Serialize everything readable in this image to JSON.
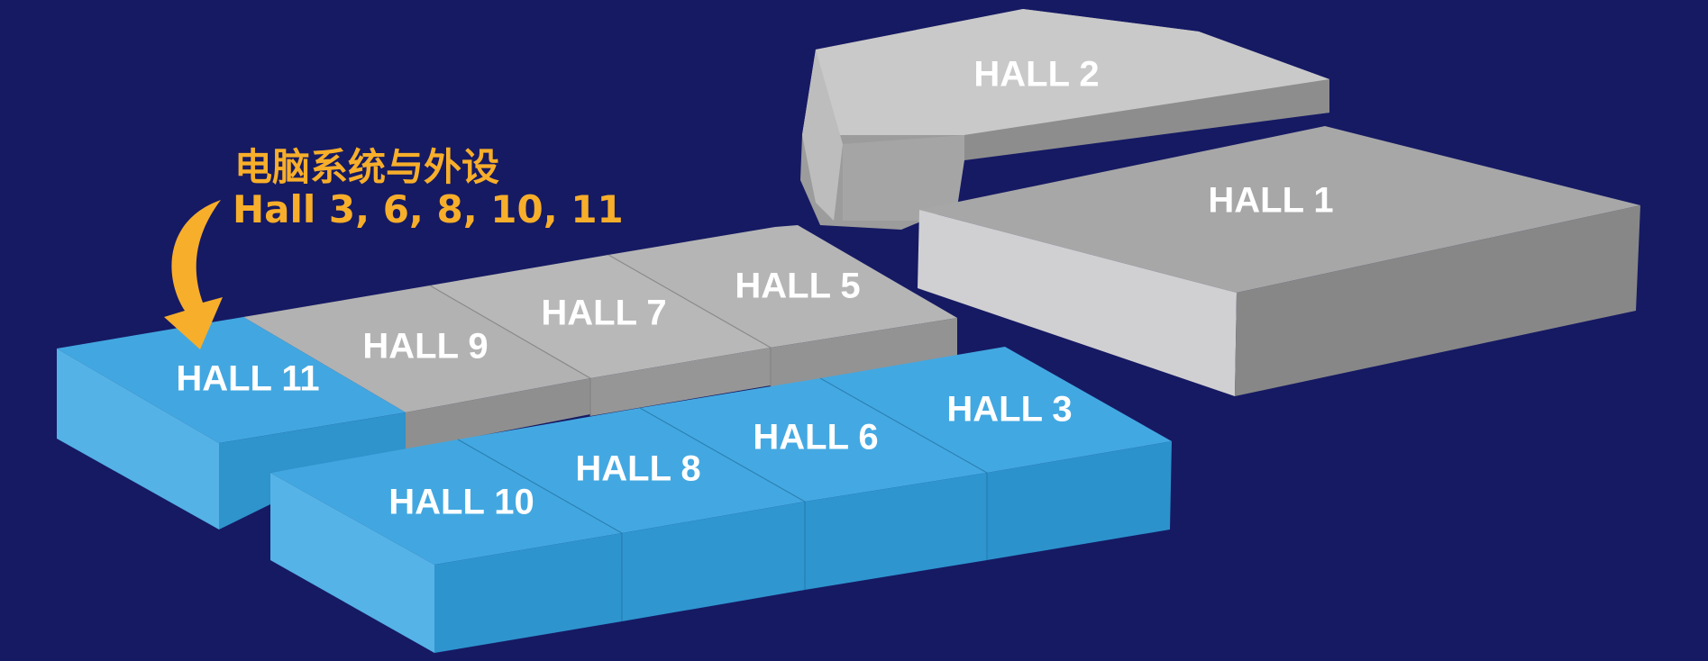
{
  "callout": {
    "title": "电脑系统与外设",
    "halls": "Hall 3, 6, 8, 10, 11"
  },
  "halls": {
    "hall1": "HALL 1",
    "hall2": "HALL 2",
    "hall3": "HALL 3",
    "hall5": "HALL 5",
    "hall6": "HALL 6",
    "hall7": "HALL 7",
    "hall8": "HALL 8",
    "hall9": "HALL 9",
    "hall10": "HALL 10",
    "hall11": "HALL 11"
  },
  "colors": {
    "background": "#161a63",
    "highlight_blue": "#3ea7e0",
    "neutral_gray": "#b3b3b3",
    "callout_orange": "#f7ae2a",
    "label_white": "#ffffff"
  }
}
